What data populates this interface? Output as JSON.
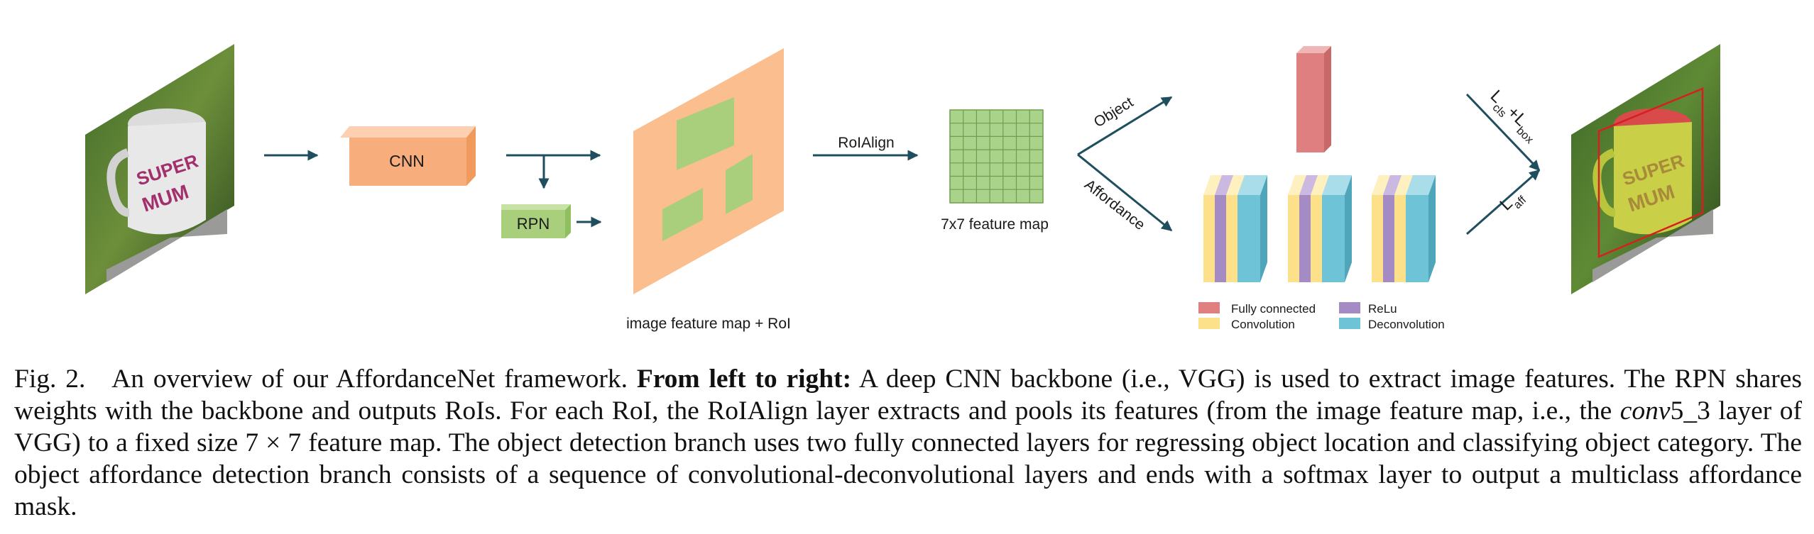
{
  "diagram": {
    "cnn_label": "CNN",
    "rpn_label": "RPN",
    "feature_map_label": "image feature map + RoI",
    "roialign_label": "RoIAlign",
    "grid_label": "7x7 feature map",
    "object_label": "Object",
    "affordance_label": "Affordance",
    "mug_text_line1": "SUPER",
    "mug_text_line2": "MUM",
    "loss_top": {
      "main1": "L",
      "sub1": "cls",
      "plus": "+",
      "main2": "L",
      "sub2": "box"
    },
    "loss_bottom": {
      "main": "L",
      "sub": "aff"
    },
    "legend": [
      {
        "label": "Fully connected",
        "color": "#e07f7f"
      },
      {
        "label": "ReLu",
        "color": "#a48bc4"
      },
      {
        "label": "Convolution",
        "color": "#fde08a"
      },
      {
        "label": "Deconvolution",
        "color": "#6ec3d6"
      }
    ],
    "colors": {
      "cnn": "#f7ae7c",
      "rpn": "#a9cf7d",
      "feature_map": "#fbbe8e",
      "roi": "#a9cf7d",
      "grid": "#a9d38a",
      "arrow": "#1f4e5f",
      "fully_connected": "#e07f7f",
      "convolution": "#fde08a",
      "relu": "#a48bc4",
      "deconvolution": "#6ec3d6"
    }
  },
  "caption": {
    "fig_label": "Fig. 2.",
    "text_1": "An overview of our AffordanceNet framework.",
    "bold": "From left to right:",
    "text_2": "A deep CNN backbone (i.e., VGG) is used to extract image features. The RPN shares weights with the backbone and outputs RoIs. For each RoI, the RoIAlign layer extracts and pools its features (from the image feature map, i.e., the",
    "italic": "conv",
    "layer_suffix": "5_3",
    "text_3": "layer of VGG) to a fixed size 7 × 7 feature map. The object detection branch uses two fully connected layers for regressing object location and classifying object category. The object affordance detection branch consists of a sequence of convolutional-deconvolutional layers and ends with a softmax layer to output a multiclass affordance mask."
  }
}
